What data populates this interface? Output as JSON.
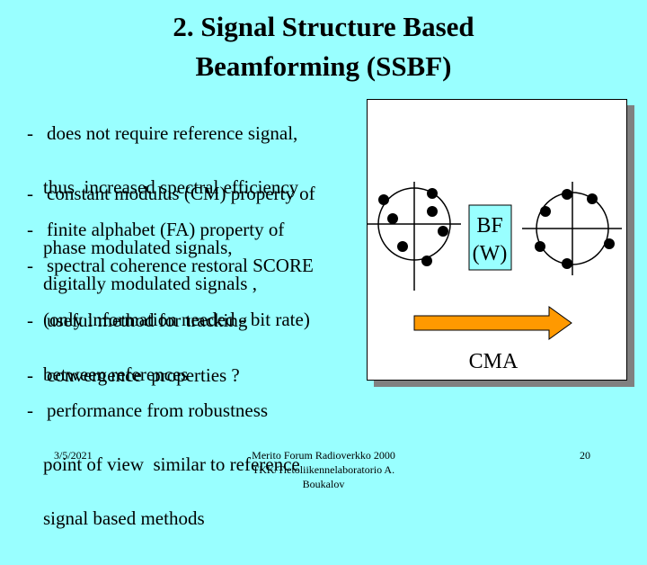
{
  "slide": {
    "title_line1": "2. Signal Structure Based",
    "title_line2": "Beamforming (SSBF)",
    "bullets": [
      {
        "dash": "-",
        "line1": "does not require reference signal,",
        "line2": "thus  increased spectral efficiency"
      },
      {
        "dash": "-",
        "line1": "constant modulus (CM) property of",
        "line2": "phase modulated signals,"
      },
      {
        "dash": "-",
        "line1": "finite alphabet (FA) property of",
        "line2": "digitally modulated signals ,"
      },
      {
        "dash": "-",
        "line1": "spectral coherence restoral SCORE",
        "line2": "(only information needed - bit rate)"
      },
      {
        "dash": "-",
        "line1": "useful method for tracking",
        "line2": "between references"
      },
      {
        "dash": "-",
        "line1": "convergence  properties ?"
      },
      {
        "dash": "-",
        "line1": "performance from robustness",
        "line2": "point of view  similar to reference",
        "line3": "signal based methods"
      }
    ]
  },
  "diagram": {
    "bf_label_line1": "BF",
    "bf_label_line2": "(W)",
    "cma_label": "CMA",
    "arrow_color": "#ff9900",
    "bf_box_color": "#99ffff"
  },
  "footer": {
    "date": "3/5/2021",
    "source_line1": "Merito Forum Radioverkko 2000",
    "source_line2": "TKK/Tietoliikennelaboratorio   A.",
    "source_line3": "Boukalov",
    "page_number": "20"
  }
}
